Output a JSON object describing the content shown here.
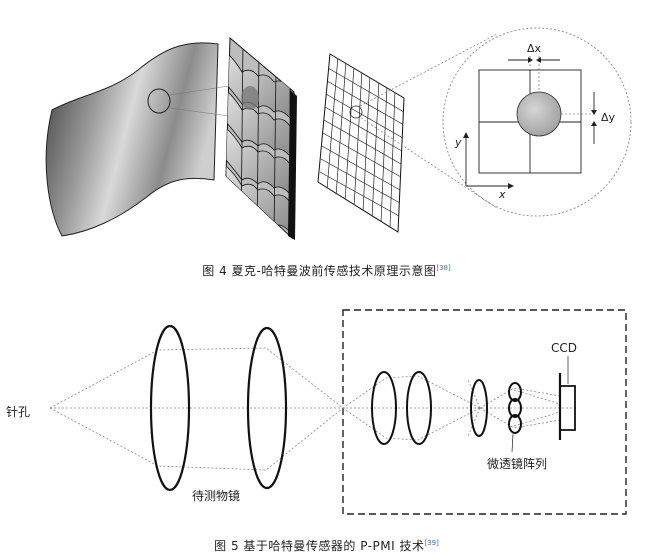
{
  "figure4": {
    "labels": {
      "dx": "Δx",
      "dy": "Δy",
      "y_axis": "y",
      "x_axis": "x"
    },
    "caption": {
      "text": "图 4   夏克-哈特曼波前传感技术原理示意图",
      "ref": "[38]"
    }
  },
  "figure5": {
    "labels": {
      "pinhole": "针孔",
      "lens": "待测物镜",
      "ccd": "CCD",
      "microlens": "微透镜阵列"
    },
    "caption": {
      "text": "图 5   基于哈特曼传感器的 P-PMI 技术",
      "ref": "[39]"
    }
  }
}
